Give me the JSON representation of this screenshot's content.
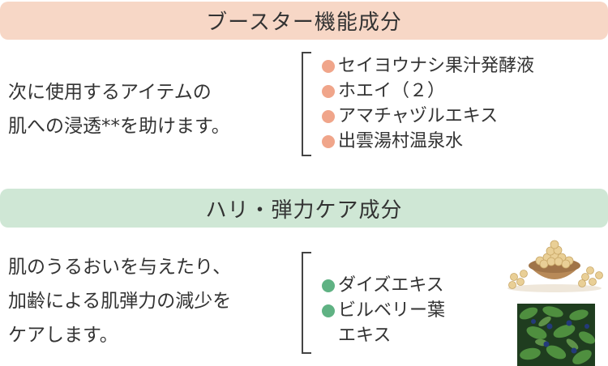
{
  "colors": {
    "booster_header_bg": "#f7d7c6",
    "booster_dot": "#f0a58a",
    "firm_header_bg": "#cfe7d5",
    "firm_dot": "#5fb283"
  },
  "booster": {
    "title": "ブースター機能成分",
    "description": [
      "次に使用するアイテムの",
      "肌への浸透**を助けます。"
    ],
    "ingredients": [
      "セイヨウナシ果汁発酵液",
      "ホエイ（２）",
      "アマチャヅルエキス",
      "出雲湯村温泉水"
    ]
  },
  "firming": {
    "title": "ハリ・弾力ケア成分",
    "description": [
      "肌のうるおいを与えたり、",
      "加齢による肌弾力の減少を",
      "ケアします。"
    ],
    "ingredients": [
      "ダイズエキス",
      "ビルベリー葉\nエキス"
    ]
  },
  "images": {
    "soybean": "soybean-bowl-photo",
    "bilberry": "bilberry-plant-photo"
  }
}
